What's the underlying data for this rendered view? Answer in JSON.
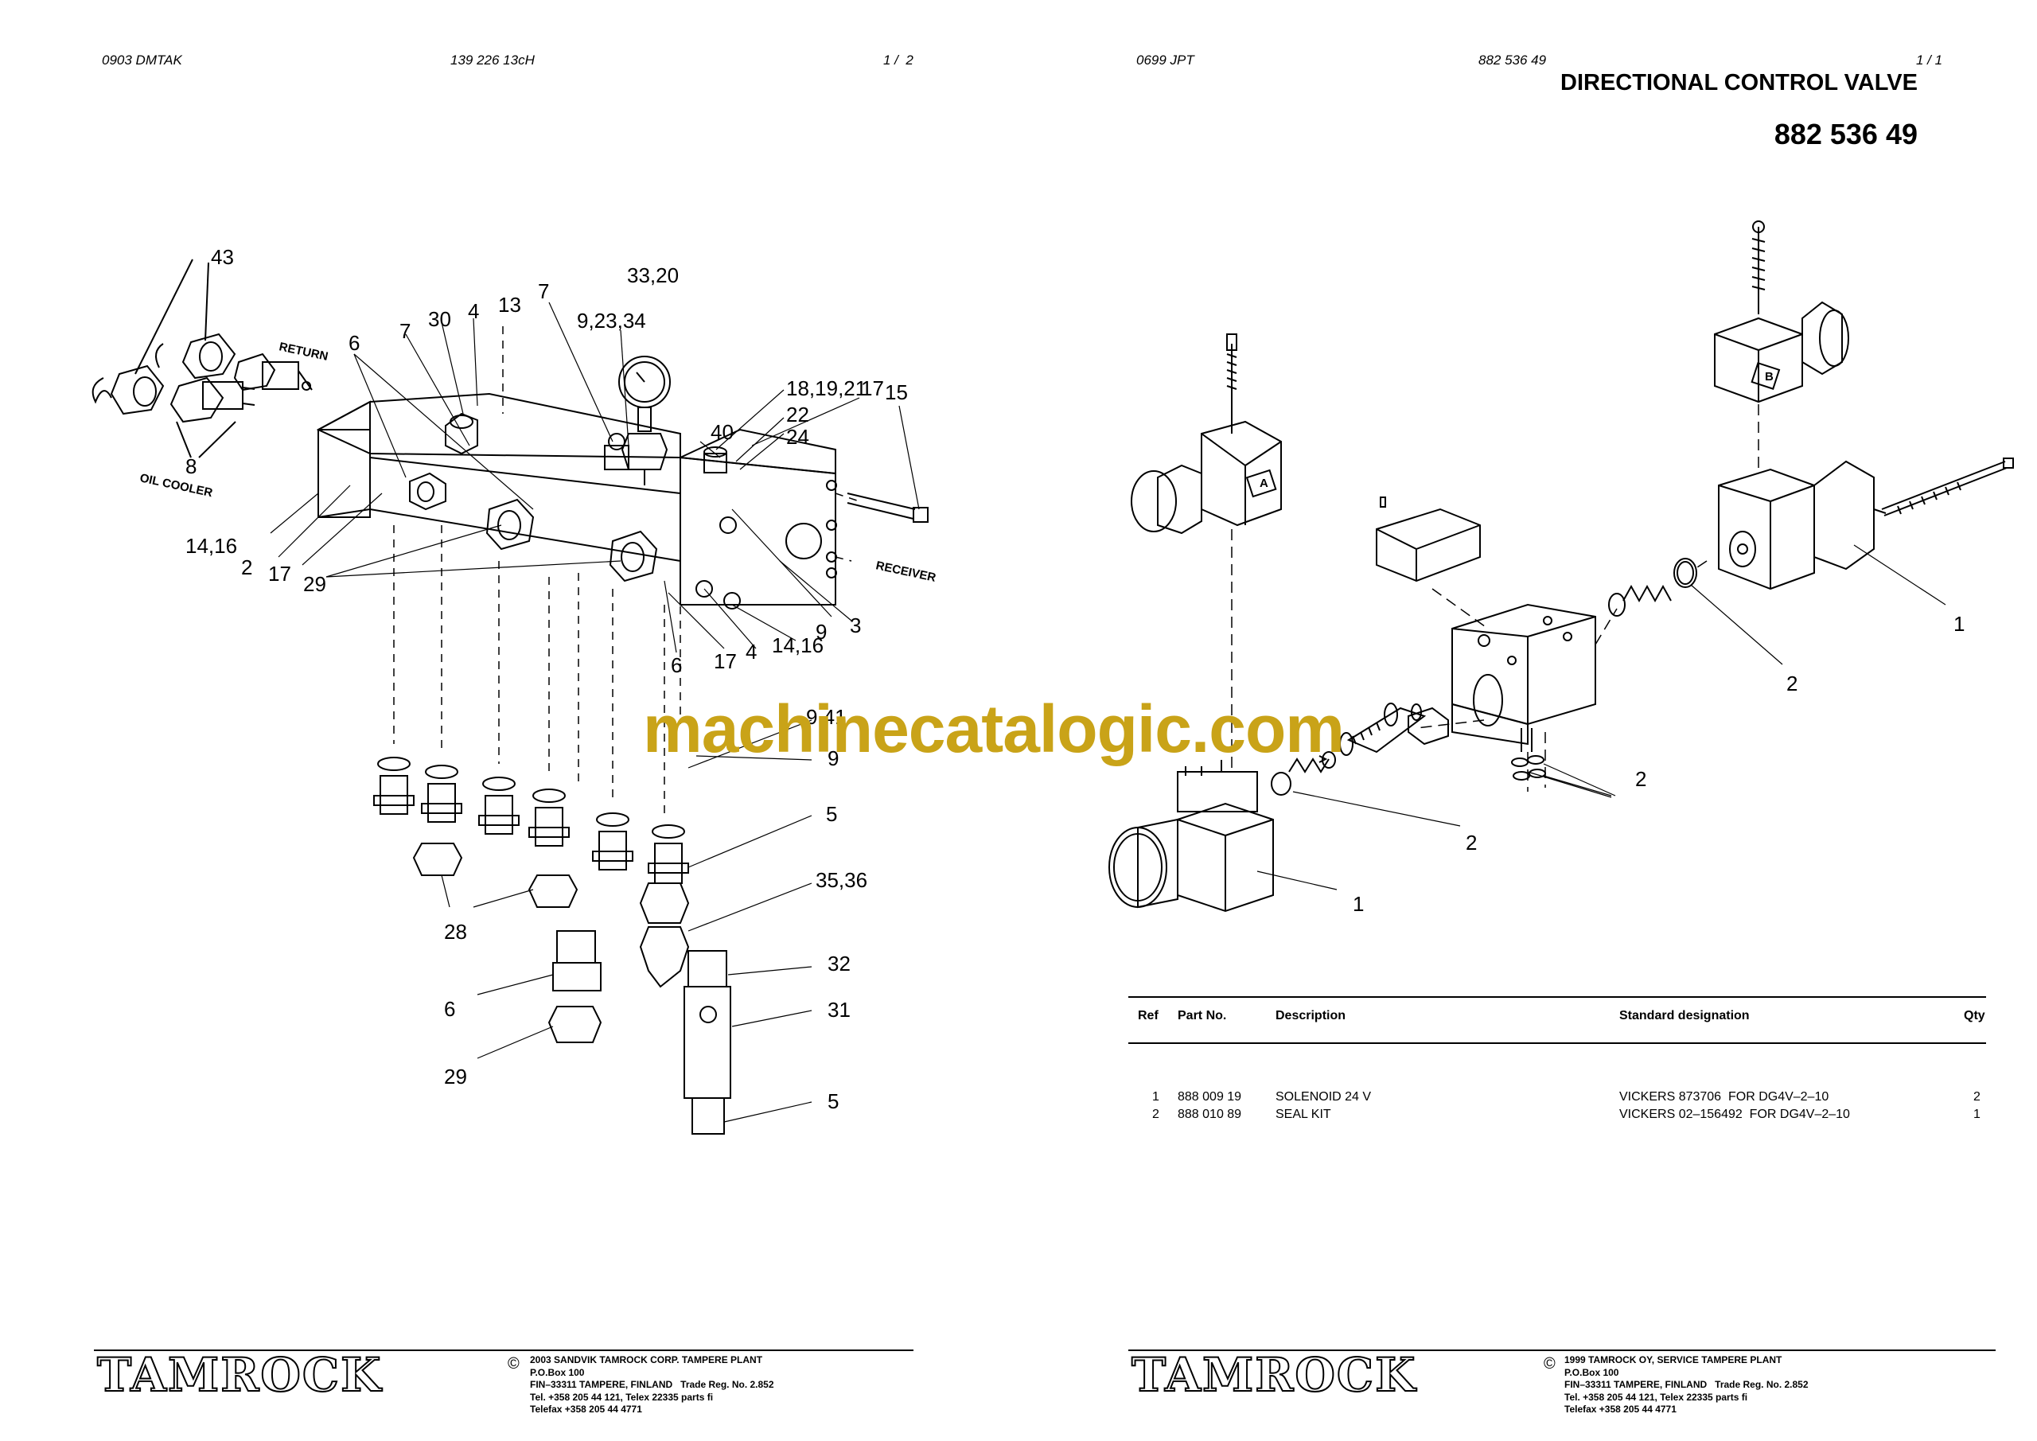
{
  "left_page": {
    "header": {
      "code": "0903 DMTAK",
      "doc_number": "139 226 13cH",
      "page": "1 /  2"
    },
    "diagram_labels": {
      "return": "RETURN",
      "oil_cooler": "OIL COOLER",
      "receiver": "RECEIVER"
    },
    "callouts": [
      "43",
      "30",
      "4",
      "13",
      "7",
      "33,20",
      "6",
      "7",
      "9,23,34",
      "18,19,21",
      "17",
      "15",
      "40",
      "22",
      "24",
      "8",
      "14,16",
      "2",
      "17",
      "29",
      "6",
      "17",
      "4",
      "14,16",
      "9",
      "3",
      "9,41",
      "9",
      "5",
      "35,36",
      "28",
      "32",
      "31",
      "6",
      "29",
      "5"
    ],
    "footer": {
      "logo": "TAMROCK",
      "copyright_symbol": "©",
      "lines": [
        "2003  SANDVIK TAMROCK CORP. TAMPERE PLANT",
        "P.O.Box 100",
        "FIN–33311 TAMPERE, FINLAND   Trade Reg. No. 2.852",
        "Tel. +358 205 44 121, Telex 22335 parts fi",
        "Telefax +358 205 44 4771"
      ]
    }
  },
  "right_page": {
    "header": {
      "code": "0699 JPT",
      "doc_number": "882 536 49",
      "page": "1 / 1"
    },
    "title": "DIRECTIONAL CONTROL VALVE",
    "part_number": "882 536 49",
    "diagram_labels": {
      "coil_a": "A",
      "coil_b": "B"
    },
    "callouts": [
      "1",
      "2",
      "2",
      "2",
      "1"
    ],
    "parts_table": {
      "headers": {
        "ref": "Ref",
        "part_no": "Part No.",
        "description": "Description",
        "standard": "Standard designation",
        "qty": "Qty"
      },
      "rows": [
        {
          "ref": "1",
          "part_no": "888 009 19",
          "description": "SOLENOID 24 V",
          "standard": "VICKERS 873706  FOR DG4V–2–10",
          "qty": "2"
        },
        {
          "ref": "2",
          "part_no": "888 010 89",
          "description": "SEAL KIT",
          "standard": "VICKERS 02–156492  FOR DG4V–2–10",
          "qty": "1"
        }
      ]
    },
    "footer": {
      "logo": "TAMROCK",
      "copyright_symbol": "©",
      "lines": [
        "1999  TAMROCK OY, SERVICE TAMPERE PLANT",
        "P.O.Box 100",
        "FIN–33311 TAMPERE, FINLAND   Trade Reg. No. 2.852",
        "Tel. +358 205 44 121, Telex 22335 parts fi",
        "Telefax +358 205 44 4771"
      ]
    }
  },
  "watermark": "machinecatalogic.com"
}
